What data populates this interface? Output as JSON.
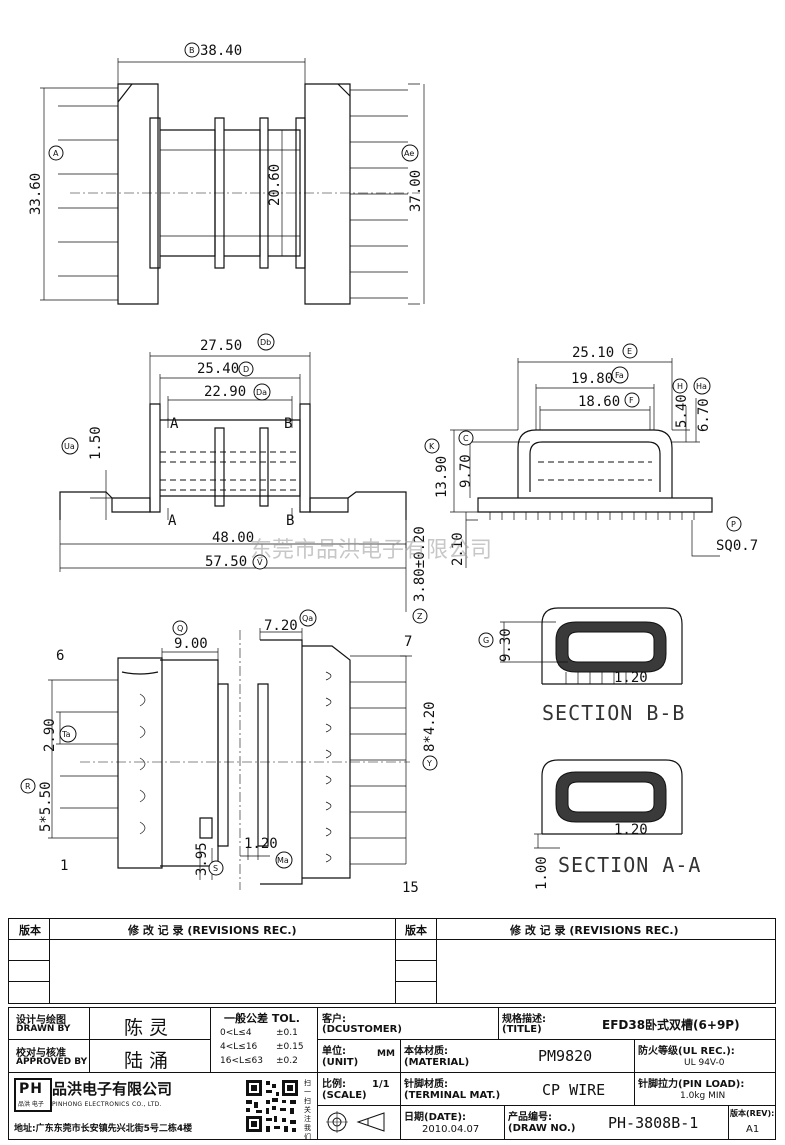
{
  "dims": {
    "b": "38.40",
    "a_h": "33.60",
    "core_w": "20.60",
    "ae": "37.00",
    "db": "27.50",
    "d": "25.40",
    "da": "22.90",
    "ua": "1.50",
    "l48": "48.00",
    "l575": "57.50",
    "e": "25.10",
    "fa": "19.80",
    "f": "18.60",
    "h": "5.40",
    "ha": "6.70",
    "k": "13.90",
    "c": "9.70",
    "t210": "2.10",
    "z": "3.80±0.20",
    "p": "SQ0.7",
    "q": "9.00",
    "qa": "7.20",
    "g": "9.30",
    "w12a": "1.20",
    "w12b": "1.20",
    "w12c": "1.20",
    "ta": "2.90",
    "r": "5*5.50",
    "y": "8*4.20",
    "s": "3.95",
    "a100": "1.00"
  },
  "letters": {
    "B": "B",
    "A": "A",
    "Ae": "Ae",
    "Db": "Db",
    "D": "D",
    "Da": "Da",
    "Ua": "Ua",
    "V": "V",
    "E": "E",
    "Fa": "Fa",
    "F": "F",
    "H": "H",
    "Ha": "Ha",
    "K": "K",
    "C": "C",
    "Z": "Z",
    "P": "P",
    "Q": "Q",
    "Qa": "Qa",
    "G": "G",
    "Ta": "Ta",
    "R": "R",
    "Y": "Y",
    "S": "S",
    "Ma": "Ma"
  },
  "marks": {
    "sec_a": "A",
    "sec_b": "B"
  },
  "pins": {
    "p6": "6",
    "p1": "1",
    "p7": "7",
    "p15": "15"
  },
  "sections": {
    "bb": "SECTION B-B",
    "aa": "SECTION A-A"
  },
  "watermark": "东莞市品洪电子有限公司",
  "title_block": {
    "rev_col": "版本",
    "rev_rec": "修 改 记 录 (REVISIONS REC.)",
    "design_cn": "设计与绘图",
    "design_en": "DRAWN BY",
    "design_name": "陈 灵",
    "check_cn": "校对与核准",
    "check_en": "APPROVED BY",
    "check_name": "陆 涌",
    "tol_title": "一般公差 TOL.",
    "tol_rows": [
      {
        "range": "0<L≤4",
        "val": "±0.1"
      },
      {
        "range": "4<L≤16",
        "val": "±0.15"
      },
      {
        "range": "16<L≤63",
        "val": "±0.2"
      }
    ],
    "customer_cn": "客户:",
    "customer_en": "(DCUSTOMER)",
    "title_cn": "规格描述:",
    "title_en": "(TITLE)",
    "title_val": "EFD38卧式双槽(6+9P)",
    "unit_cn": "单位:",
    "unit_en": "(UNIT)",
    "unit_val": "MM",
    "material_cn": "本体材质:",
    "material_en": "(MATERIAL)",
    "material_val": "PM9820",
    "ul_label": "防火等级(UL REC.):",
    "ul_val": "UL 94V-0",
    "scale_cn": "比例:",
    "scale_en": "(SCALE)",
    "scale_val": "1/1",
    "terminal_cn": "针脚材质:",
    "terminal_en": "(TERMINAL MAT.)",
    "terminal_val": "CP WIRE",
    "pinload_label": "针脚拉力(PIN LOAD):",
    "pinload_val": "1.0kg MIN",
    "date_cn": "日期(DATE):",
    "date_val": "2010.04.07",
    "drawno_cn": "产品编号:",
    "drawno_en": "(DRAW NO.)",
    "drawno_val": "PH-3808B-1",
    "rev_label": "版本(REV):",
    "rev_val": "A1",
    "logo_text": "PH",
    "logo_sub": "品洪 电子",
    "company_cn": "品洪电子有限公司",
    "company_en": "PINHONG ELECTRONICS CO., LTD.",
    "address": "地址:广东东莞市长安镇先兴北街5号二栋4楼",
    "qr_side": "扫一扫 关注我们"
  }
}
